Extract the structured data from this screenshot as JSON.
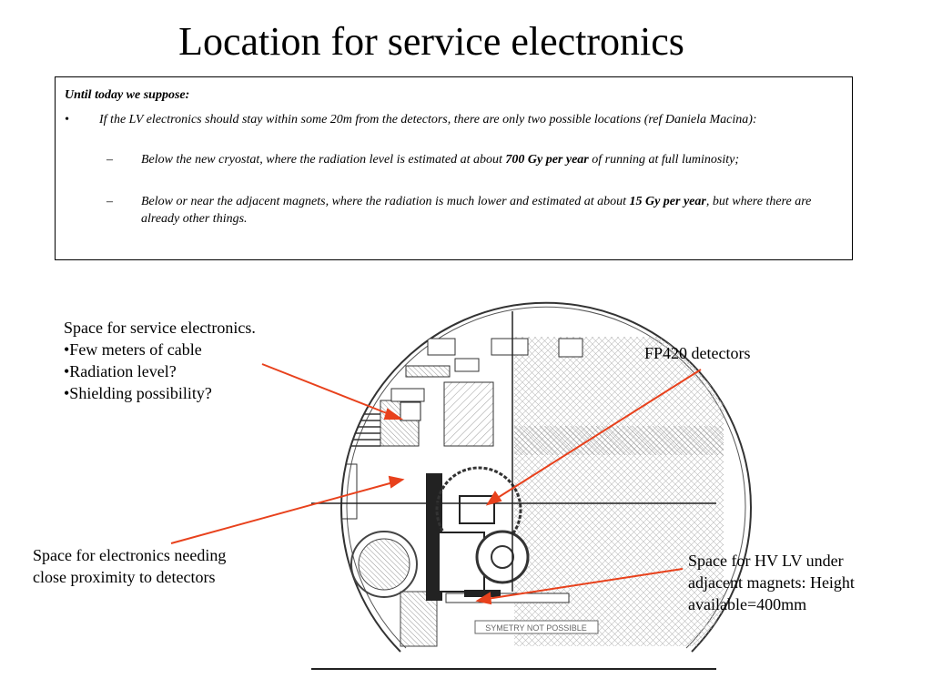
{
  "title": "Location for service electronics",
  "note": {
    "heading": "Until today we suppose:",
    "bullet_mark": "•",
    "bullet_text": "If the LV electronics should stay within some 20m from the detectors, there are only two possible locations (ref Daniela Macina):",
    "sub_mark": "–",
    "sub1_pre": "Below the new cryostat, where the radiation level is estimated at about ",
    "sub1_bold": "700 Gy per year",
    "sub1_post": " of running at full luminosity;",
    "sub2_pre": "Below or near the adjacent magnets, where the radiation is much lower  and estimated at about ",
    "sub2_bold": "15 Gy per year",
    "sub2_post": ", but where there are already other things."
  },
  "labels": {
    "service_space": "Space for service electronics.",
    "bullet_cable": "•Few meters of cable",
    "bullet_radiation": "•Radiation level?",
    "bullet_shielding": "•Shielding possibility?",
    "fp420": "FP420 detectors",
    "near_detectors_1": "Space for electronics needing",
    "near_detectors_2": "close proximity to detectors",
    "hv_lv_1": "Space for HV LV under",
    "hv_lv_2": "adjacent magnets: Height",
    "hv_lv_3": "available=400mm"
  },
  "drawing_caption": "SYMETRY NOT POSSIBLE",
  "colors": {
    "arrow": "#e8411c",
    "drawing": "#222222"
  }
}
